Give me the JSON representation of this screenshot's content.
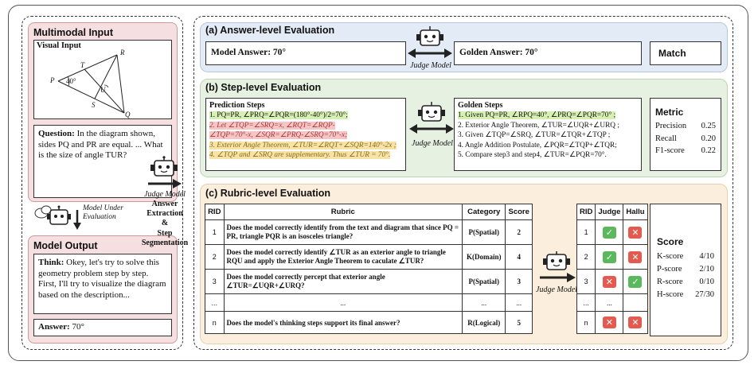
{
  "left": {
    "input_title": "Multimodal Input",
    "visual_label": "Visual Input",
    "geometry_labels": {
      "P": "P",
      "angle": "40°",
      "T": "T",
      "R": "R",
      "U": "U",
      "S": "S",
      "Q": "Q"
    },
    "question_label": "Question:",
    "question_text": "In the diagram shown, sides PQ and PR are equal. ... What is the size of angle TUR?",
    "model_caption": "Model Under Evaluation",
    "output_title": "Model Output",
    "think_label": "Think:",
    "think_text": "Okey, let's try to solve this geometry problem step by step. First, I'll try to visualize the diagram based on the description...",
    "answer_label": "Answer:",
    "answer_value": "70°"
  },
  "middle": {
    "judge_label": "Judge Model",
    "steps": [
      "Answer",
      "Extraction",
      "&",
      "Step",
      "Segmentation"
    ]
  },
  "answer_level": {
    "title": "(a) Answer-level Evaluation",
    "model_answer": "Model Answer: 70°",
    "golden_answer": "Golden Answer: 70°",
    "judge_label": "Judge Model",
    "result": "Match"
  },
  "step_level": {
    "title": "(b) Step-level Evaluation",
    "prediction_title": "Prediction Steps",
    "prediction_steps": [
      "1. PQ=PR, ∠PRQ=∠PQR=(180°-40°)/2=70°;",
      "2. Let ∠TQP=∠SRQ=x, ∠RQT=∠RQP-",
      "∠TQP=70°-x, ∠SQR=∠PRQ-∠SRQ=70°-x;",
      "3. Exterior Angle Theorem, ∠TUR=∠RQT+∠SQR=140°-2x ;",
      "4. ∠TQP and ∠SRQ are supplementary. Thus ∠TUR = 70°."
    ],
    "golden_title": "Golden Steps",
    "golden_steps": [
      "1. Given PQ=PR, ∠RPQ=40°, ∠PRQ=∠PQR=70° ;",
      "2. Exterior Angle Theorem, ∠TUR=∠UQR+∠URQ ;",
      "3. Given ∠TQP=∠SRQ, ∠TUR=∠TQR+∠TQP ;",
      "4. Angle Addition Postulate, ∠PQR=∠TQP+∠TQR;",
      "5. Compare step3 and step4, ∠TUR=∠PQR=70°."
    ],
    "judge_label": "Judge Model",
    "metric_title": "Metric",
    "metrics": [
      {
        "name": "Precision",
        "value": "0.25"
      },
      {
        "name": "Recall",
        "value": "0.20"
      },
      {
        "name": "F1-score",
        "value": "0.22"
      }
    ]
  },
  "rubric_level": {
    "title": "(c) Rubric-level Evaluation",
    "headers": {
      "rid": "RID",
      "rubric": "Rubric",
      "category": "Category",
      "score": "Score",
      "judge": "Judge",
      "hallu": "Hallu"
    },
    "rows": [
      {
        "rid": "1",
        "rubric": "Does the model correctly identify from the text and diagram that since PQ = PR, triangle PQR is an isosceles triangle?",
        "category": "P(Spatial)",
        "score": "2",
        "judge": "check",
        "hallu": "cross"
      },
      {
        "rid": "2",
        "rubric": "Does the model correctly identify ∠TUR as an exterior angle to triangle RQU and apply the Exterior Angle Theorem to caculate ∠TUR?",
        "category": "K(Domain)",
        "score": "4",
        "judge": "check",
        "hallu": "cross"
      },
      {
        "rid": "3",
        "rubric": "Does the model correctly percept that exterior angle ∠TUR=∠UQR+∠URQ?",
        "category": "P(Spatial)",
        "score": "3",
        "judge": "cross",
        "hallu": "check"
      },
      {
        "rid": "...",
        "rubric": "...",
        "category": "...",
        "score": "...",
        "judge": "...",
        "hallu": "..."
      },
      {
        "rid": "n",
        "rubric": "Does the model's thinking steps support its final answer?",
        "category": "R(Logical)",
        "score": "5",
        "judge": "cross",
        "hallu": "cross"
      }
    ],
    "judge_label": "Judge Model",
    "score_title": "Score",
    "scores": [
      {
        "name": "K-score",
        "value": "4/10"
      },
      {
        "name": "P-score",
        "value": "2/10"
      },
      {
        "name": "R-score",
        "value": "0/10"
      },
      {
        "name": "H-score",
        "value": "27/30"
      }
    ]
  },
  "colors": {
    "answer_panel": "#e3ecf6",
    "step_panel": "#e6f1e2",
    "rubric_panel": "#fbeedc",
    "input_pink": "#f6dfe0",
    "check_green": "#5cb85c",
    "cross_red": "#e45a4f",
    "highlight_green": "#d6f0b4",
    "highlight_red": "#f6c6c6",
    "highlight_yellow": "#f7e3a8"
  }
}
